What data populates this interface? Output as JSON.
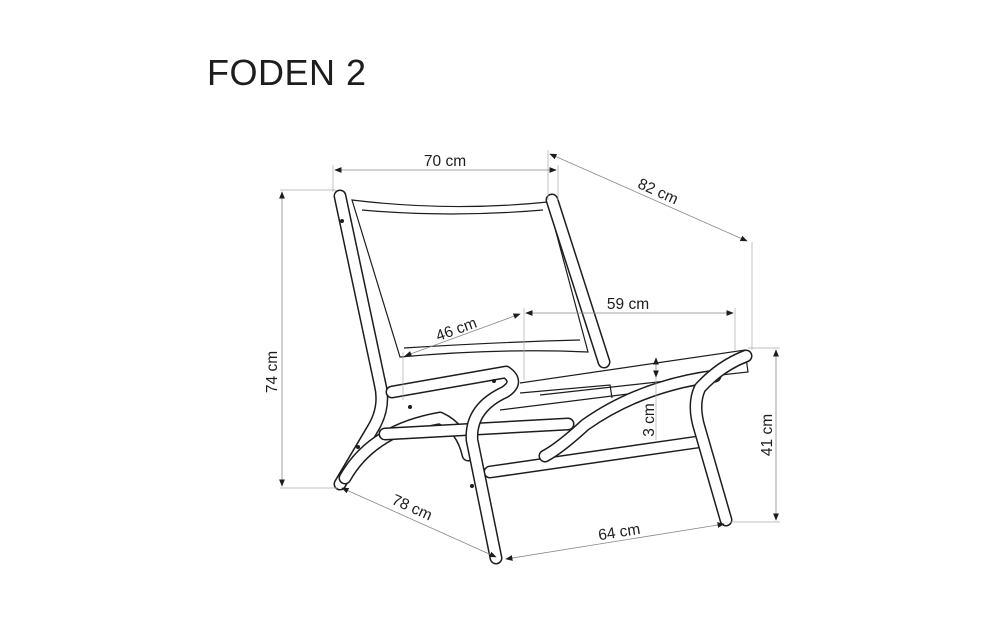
{
  "title": "FODEN 2",
  "dimensions": {
    "width": "70 cm",
    "depth": "82 cm",
    "height": "74 cm",
    "side_length": "78 cm",
    "leg_span": "64 cm",
    "seat_height": "41 cm",
    "seat_thickness": "3 cm",
    "seat_width": "46 cm",
    "seat_depth": "59 cm"
  }
}
